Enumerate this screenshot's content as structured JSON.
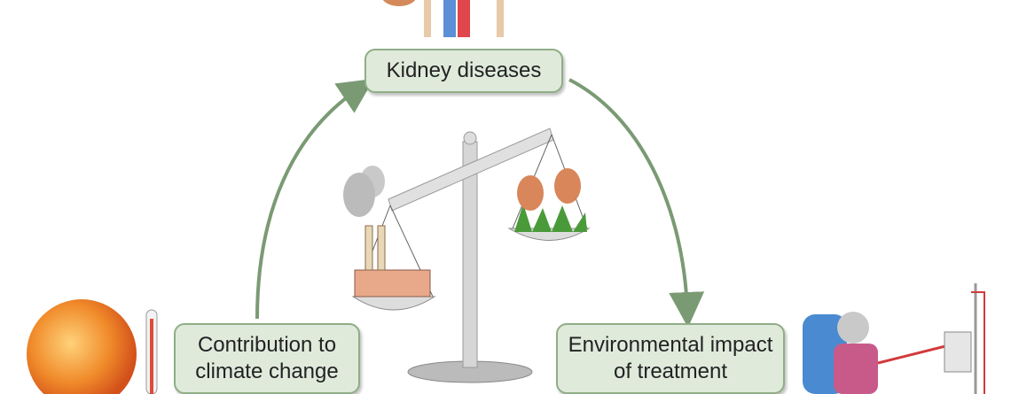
{
  "labels": {
    "kidney": "Kidney diseases",
    "climate": "Contribution to climate change",
    "treatment": "Environmental impact of treatment"
  },
  "colors": {
    "box_fill": "#dfeadb",
    "box_border": "#8fae86",
    "arrow": "#7a9a74"
  }
}
